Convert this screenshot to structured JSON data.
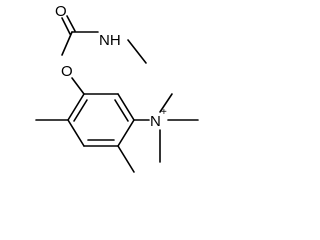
{
  "molecule": {
    "atoms": {
      "carbonyl_oxygen": "O",
      "amide_nitrogen": "NH",
      "ester_oxygen": "O",
      "ammonium_nitrogen": "N",
      "ammonium_charge": "+"
    },
    "colors": {
      "bond": "#000000",
      "label": "#000000",
      "background": "#ffffff"
    }
  }
}
